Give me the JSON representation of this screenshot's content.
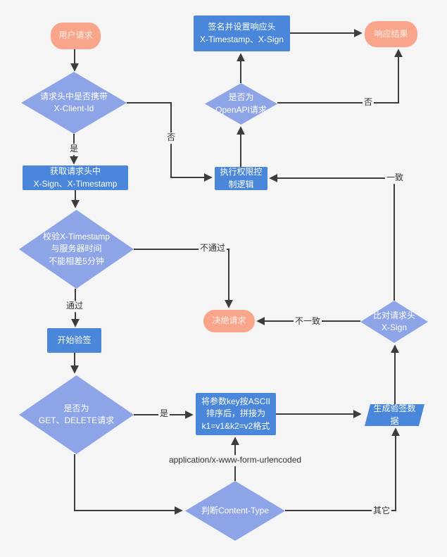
{
  "diagram": {
    "type": "flowchart",
    "topic": "OpenAPI request signature verification flow",
    "background": "#f5f5f6",
    "palette": {
      "process_fill": "#4a86d9",
      "decision_fill": "#8da4e6",
      "terminal_fill": "#f9a58b",
      "shape_text": "#ffffff",
      "connector_color": "#3c3c3c",
      "edge_label_color": "#333333"
    },
    "nodes": {
      "user_request": {
        "shape": "terminal",
        "label": "用户请求"
      },
      "check_client_id": {
        "shape": "decision",
        "label": "请求头中是否携带\nX-Client-Id"
      },
      "sign_response": {
        "shape": "process",
        "label": "签名并设置响应头\nX-Timestamp、X-Sign"
      },
      "response_result": {
        "shape": "terminal",
        "label": "响应结果"
      },
      "is_openapi": {
        "shape": "decision",
        "label": "是否为\nOpenAPI请求"
      },
      "get_headers": {
        "shape": "process",
        "label": "获取请求头中\nX-Sign、X-Timestamp"
      },
      "exec_permission": {
        "shape": "process",
        "label": "执行权限控\n制逻辑"
      },
      "check_timestamp": {
        "shape": "decision",
        "label": "校验X-Timestamp\n与服务器时间\n不能相差5分钟"
      },
      "reject_request": {
        "shape": "terminal",
        "label": "决绝请求"
      },
      "compare_sign": {
        "shape": "decision",
        "label": "比对请求头\nX-Sign"
      },
      "start_verify": {
        "shape": "process",
        "label": "开始验签"
      },
      "is_get_delete": {
        "shape": "decision",
        "label": "是否为\nGET、DELETE请求"
      },
      "sort_params": {
        "shape": "process",
        "label": "将参数key按ASCII\n排序后，拼接为\nk1=v1&k2=v2格式"
      },
      "gen_sign_data": {
        "shape": "parallelogram",
        "label": "生成验签数据"
      },
      "judge_content_type": {
        "shape": "decision",
        "label": "判断Content-Type"
      }
    },
    "edge_labels": {
      "yes1": "是",
      "no1": "否",
      "pass": "通过",
      "no_pass": "不通过",
      "no2": "否",
      "match": "一致",
      "mismatch": "不一致",
      "yes2": "是",
      "form_urlencoded": "application/x-www-form-urlencoded",
      "other": "其它"
    }
  }
}
